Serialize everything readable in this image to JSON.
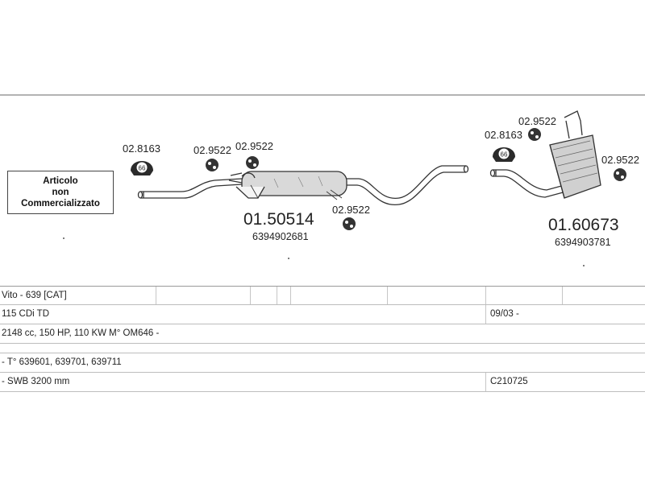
{
  "diagram": {
    "note_box": {
      "line1": "Articolo",
      "line2": "non",
      "line3": "Commercializzato"
    },
    "parts": {
      "clamp_left": "02.8163",
      "clamp_left_badge": "66",
      "hanger_1": "02.9522",
      "hanger_2": "02.9522",
      "hanger_3": "02.9522",
      "middle_silencer_code": "01.50514",
      "middle_silencer_oe": "6394902681",
      "clamp_right": "02.8163",
      "clamp_right_badge": "66",
      "hanger_4": "02.9522",
      "hanger_5": "02.9522",
      "rear_silencer_code": "01.60673",
      "rear_silencer_oe": "6394903781"
    }
  },
  "table": {
    "row1": {
      "model": "Vito - 639  [CAT]"
    },
    "row2": {
      "engine": "115 CDi TD",
      "date": "09/03 -"
    },
    "row3": {
      "spec": "2148 cc, 150 HP, 110 KW M° OM646 -"
    },
    "row4": {
      "types": "- T° 639601, 639701, 639711"
    },
    "row5": {
      "wheelbase": "- SWB 3200 mm",
      "code": "C210725"
    }
  }
}
